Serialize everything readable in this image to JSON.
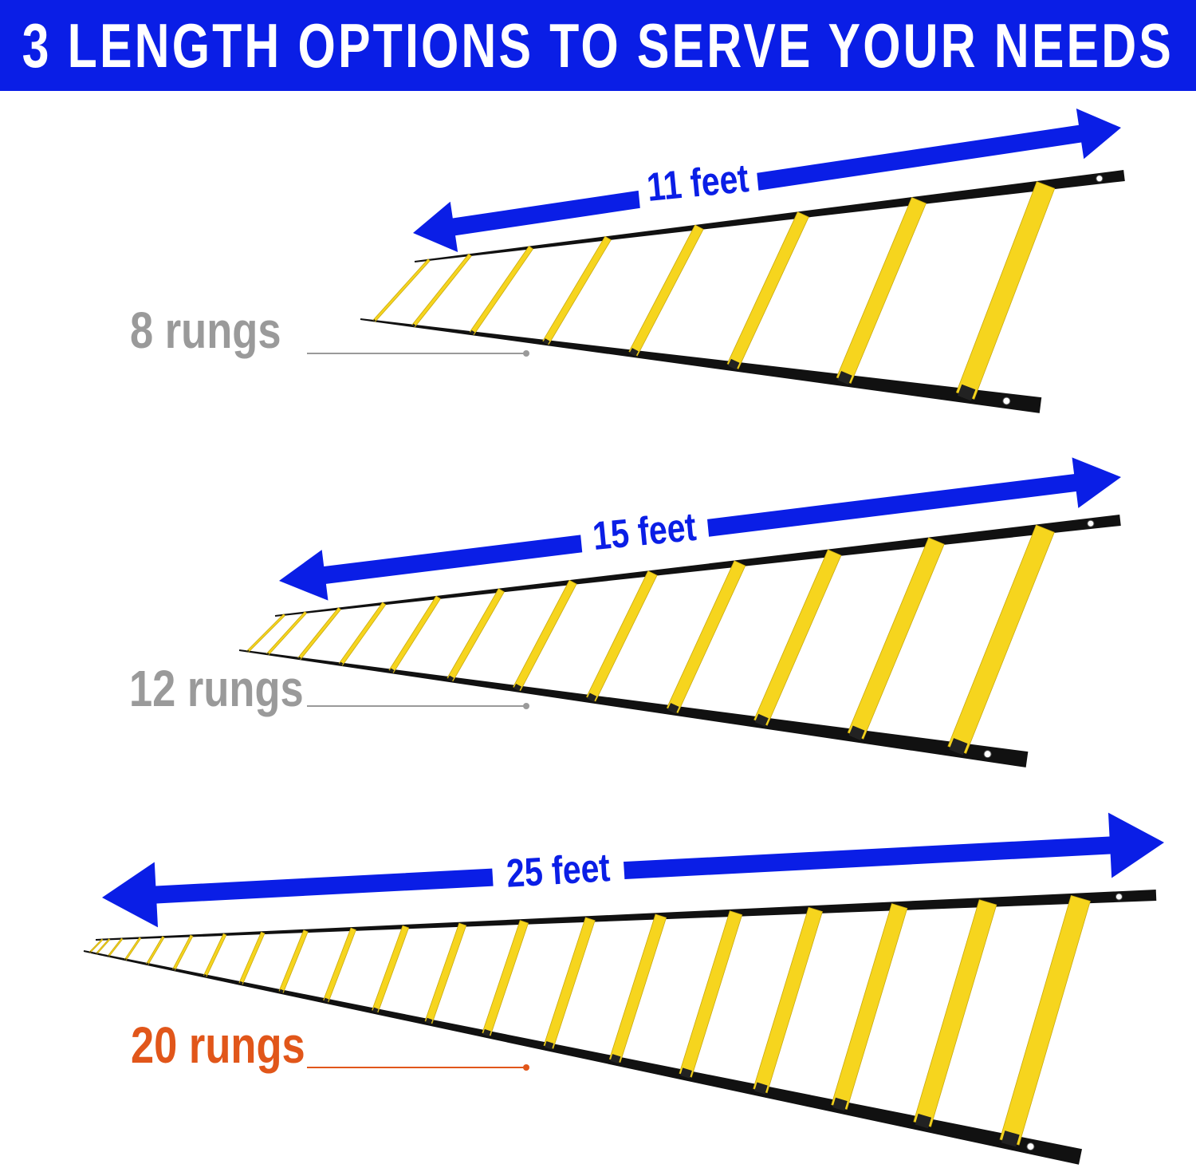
{
  "banner": {
    "title": "3 LENGTH OPTIONS TO SERVE YOUR NEEDS"
  },
  "colors": {
    "banner": "#0a1ee6",
    "arrow": "#0a1ee6",
    "rung": "#f6d51e",
    "rung_edge": "#c9a90e",
    "strap": "#111111",
    "label_gray": "#9a9a9a",
    "label_highlight": "#e1561a"
  },
  "ladders": [
    {
      "length_label": "11 feet",
      "rungs_label": "8 rungs",
      "rung_count": 8,
      "highlight": false
    },
    {
      "length_label": "15 feet",
      "rungs_label": "12 rungs",
      "rung_count": 12,
      "highlight": false
    },
    {
      "length_label": "25 feet",
      "rungs_label": "20 rungs",
      "rung_count": 20,
      "highlight": true
    }
  ]
}
